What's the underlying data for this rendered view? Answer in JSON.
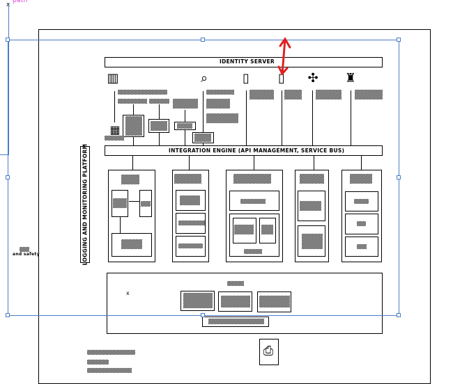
{
  "canvas": {
    "selection_label": "path",
    "side_note": "and safety"
  },
  "diagram": {
    "identity_server": "IDENTITY SERVER",
    "integration_engine": "INTEGRATION ENGINE (API MANAGEMENT, SERVICE BUS)",
    "logging_platform": "LOGGING AND MONITORING PLATFORM"
  },
  "icons": [
    "kiosk-icon",
    "calendar-icon",
    "search-analytics-icon",
    "phone-icon",
    "tablet-icon",
    "network-icon",
    "robot-icon",
    "printer-icon"
  ],
  "colors": {
    "selection": "#4a7bc8",
    "annotation_arrow": "#e02020",
    "label_magenta": "#e040e0"
  }
}
